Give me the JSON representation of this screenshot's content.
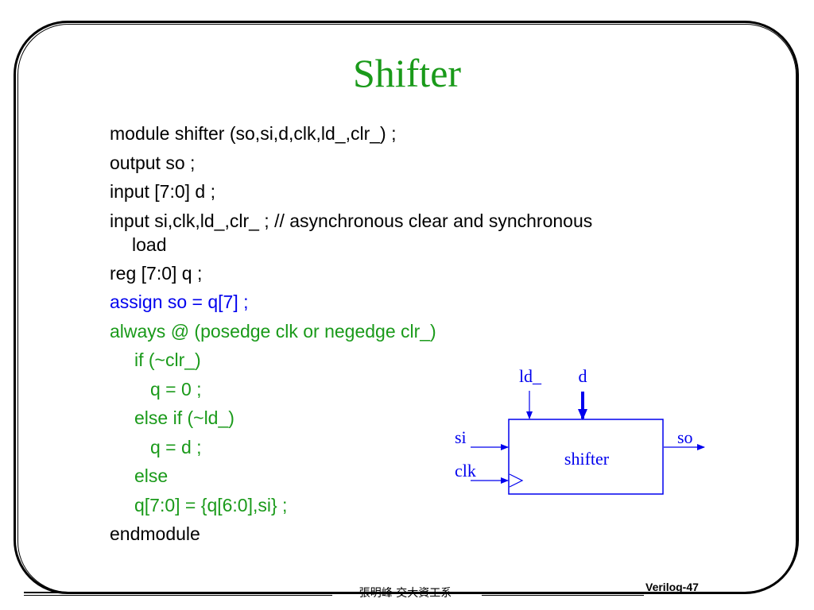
{
  "slide": {
    "title": "Shifter",
    "code_lines": [
      "module shifter (so,si,d,clk,ld_,clr_) ;",
      "output so ;",
      "input [7:0] d ;",
      "input si,clk,ld_,clr_ ; // asynchronous clear and synchronous",
      "load",
      "reg [7:0] q ;",
      "assign so = q[7] ;",
      "always @ (posedge clk or negedge clr_)",
      "if (~clr_)",
      "q = 0 ;",
      "else if (~ld_)",
      "q = d ;",
      "else",
      "q[7:0] = {q[6:0],si} ;",
      "endmodule"
    ],
    "diagram": {
      "block_label": "shifter",
      "input_ld": "ld_",
      "input_d": "d",
      "input_si": "si",
      "input_clk": "clk",
      "output_so": "so",
      "line_color": "#0000ee"
    },
    "footer": {
      "author": "張明峰 交大資工系",
      "page": "Verilog-47"
    },
    "colors": {
      "title": "#1a9a1a",
      "keyword_blue": "#0000ee",
      "keyword_green": "#1a9a1a",
      "text": "#000000"
    }
  }
}
